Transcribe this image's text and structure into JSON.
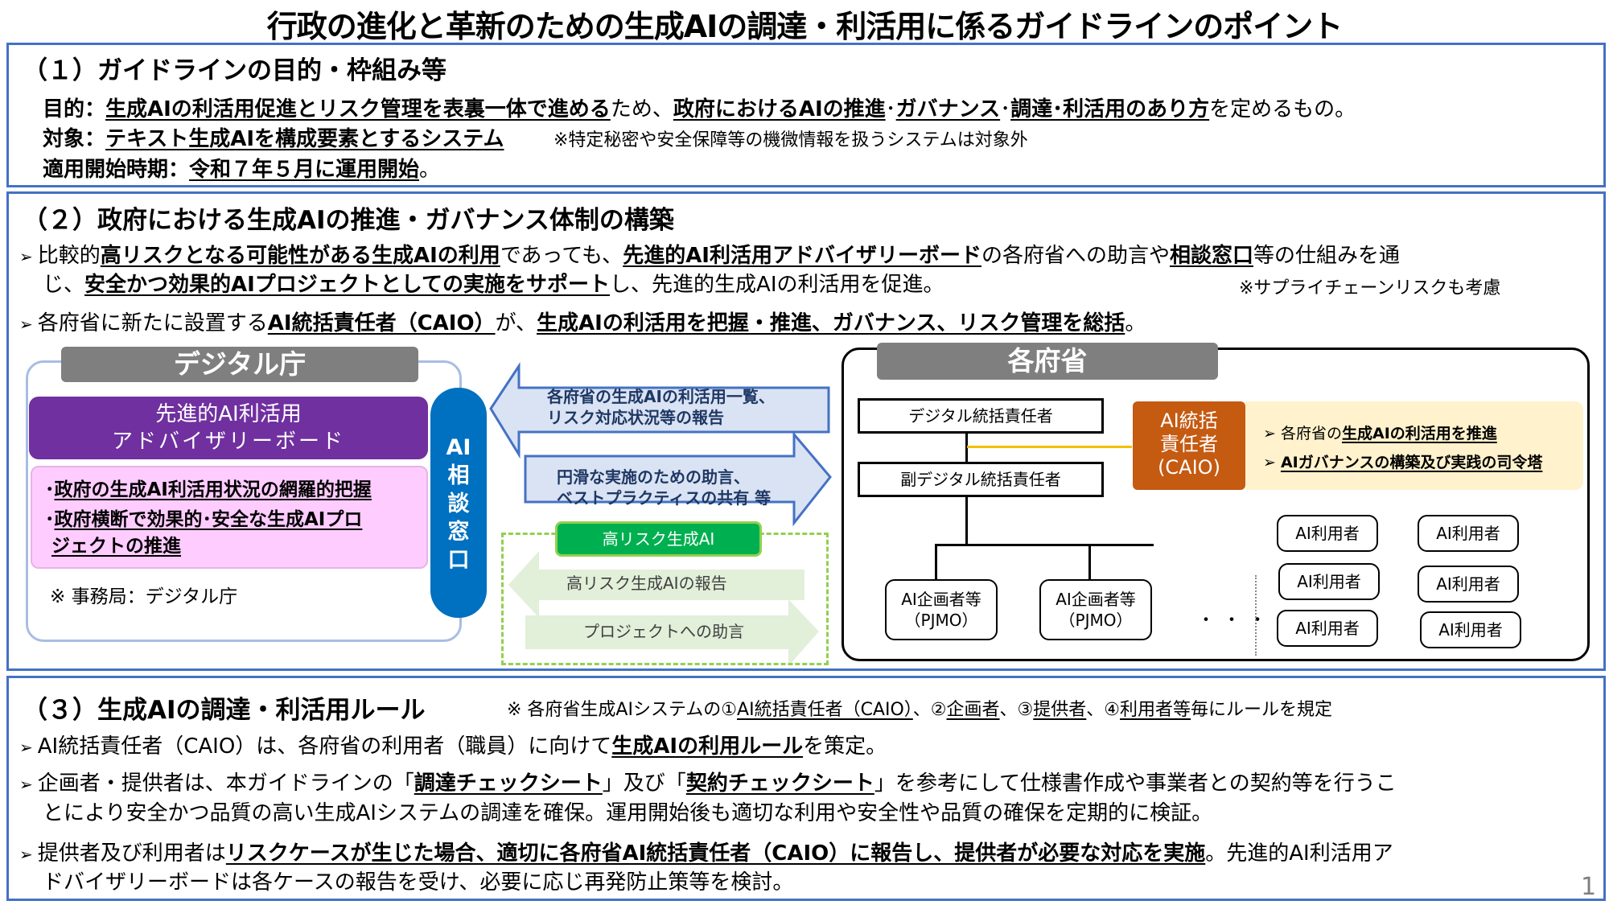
{
  "title": "行政の進化と革新のための生成AIの調達・利活用に係るガイドラインのポイント",
  "section1": {
    "heading": "（１）ガイドラインの目的・枠組み等",
    "purpose": {
      "label": "目的：",
      "u1": "生成AIの利活用促進とリスク管理を表裏一体で進める",
      "t1": "ため、",
      "u2": "政府におけるAIの推進",
      "t2": "･",
      "u3": "ガバナンス",
      "t3": "･",
      "u4": "調達･利活用のあり方",
      "t4": "を定めるもの。"
    },
    "scope": {
      "label": "対象：",
      "u1": "テキスト生成AIを構成要素とするシステム",
      "note": "※特定秘密や安全保障等の機微情報を扱うシステムは対象外"
    },
    "start": {
      "label": "適用開始時期：",
      "u1": "令和７年５月に運用開始",
      "t1": "。"
    }
  },
  "section2": {
    "heading": "（２）政府における生成AIの推進・ガバナンス体制の構築",
    "bullet1": {
      "t0": "比較的",
      "u1": "高リスクとなる可能性がある生成AIの利用",
      "t1": "であっても、",
      "u2": "先進的AI利活用アドバイザリーボード",
      "t2": "の各府省への助言や",
      "u3": "相談窓口",
      "t3": "等の仕組みを通",
      "t4": "じ、",
      "u4": "安全かつ効果的AIプロジェクトとしての実施をサポート",
      "t5": "し、先進的生成AIの利活用を促進。",
      "note": "※サプライチェーンリスクも考慮"
    },
    "bullet2": {
      "t0": "各府省に新たに設置する",
      "u1": "AI統括責任者（CAIO）",
      "t1": "が、",
      "u2": "生成AIの利活用を把握・推進、ガバナンス、リスク管理を総括",
      "t2": "。"
    },
    "digital_agency": {
      "label": "デジタル庁",
      "board_line1": "先進的AI利活用",
      "board_line2": "アドバイザリーボード",
      "task1": "政府の生成AI利活用状況の網羅的把握",
      "task2a": "政府横断で効果的･安全な生成AIプロ",
      "task2b": "ジェクトの推進",
      "secretariat": "※ 事務局：デジタル庁",
      "consult_desk": [
        "AI",
        "相",
        "談",
        "窓",
        "口"
      ]
    },
    "arrows": {
      "report_line1": "各府省の生成AIの利活用一覧、",
      "report_line2": "リスク対応状況等の報告",
      "advice_line1": "円滑な実施のための助言、",
      "advice_line2": "ベストプラクティスの共有 等",
      "high_risk_label": "高リスク生成AI",
      "high_risk_report": "高リスク生成AIの報告",
      "project_advice": "プロジェクトへの助言"
    },
    "ministries": {
      "label": "各府省",
      "digital_chief": "デジタル統括責任者",
      "vice_digital_chief": "副デジタル統括責任者",
      "caio_line1": "AI統括",
      "caio_line2": "責任者",
      "caio_line3": "(CAIO)",
      "role1_t": "各府省の",
      "role1_u": "生成AIの利活用を推進",
      "role2_u": "AIガバナンスの構築及び実践の司令塔",
      "planner_line1": "AI企画者等",
      "planner_line2": "（PJMO）",
      "dots": "・・・",
      "user": "AI利用者"
    }
  },
  "section3": {
    "heading": "（３）生成AIの調達・利活用ルール",
    "note": {
      "t0": "※ 各府省生成AIシステムの①",
      "u1": "AI統括責任者（CAIO）",
      "t1": "、②",
      "u2": "企画者",
      "t2": "、③",
      "u3": "提供者",
      "t3": "、④",
      "u4": "利用者等",
      "t4": "毎にルールを規定"
    },
    "bullet1": {
      "t0": "AI統括責任者（CAIO）は、各府省の利用者（職員）に向けて",
      "u1": "生成AIの利用ルール",
      "t1": "を策定。"
    },
    "bullet2": {
      "t0": "企画者・提供者は、本ガイドラインの「",
      "u1": "調達チェックシート",
      "t1": "」及び「",
      "u2": "契約チェックシート",
      "t2": "」を参考にして仕様書作成や事業者との契約等を行うこ",
      "t3": "とにより安全かつ品質の高い生成AIシステムの調達を確保。運用開始後も適切な利用や安全性や品質の確保を定期的に検証。"
    },
    "bullet3": {
      "t0": "提供者及び利用者は",
      "u1": "リスクケースが生じた場合、適切に各府省AI統括責任者（CAIO）に報告し、提供者が必要な対応を実施",
      "t1": "。先進的AI利活用ア",
      "t2": "ドバイザリーボードは各ケースの報告を受け、必要に応じ再発防止策等を検討。"
    }
  },
  "page_number": "1",
  "colors": {
    "section_border": "#4472c4",
    "board_purple": "#7030a0",
    "task_pink": "#ffccff",
    "consult_blue": "#0070c0",
    "arrow_fill": "#dae3f3",
    "arrow_stroke": "#4472c4",
    "high_risk_green": "#00b050",
    "caio_orange": "#c55a11",
    "caio_roles_bg": "#fff2cc",
    "label_gray": "#7f7f7f"
  }
}
